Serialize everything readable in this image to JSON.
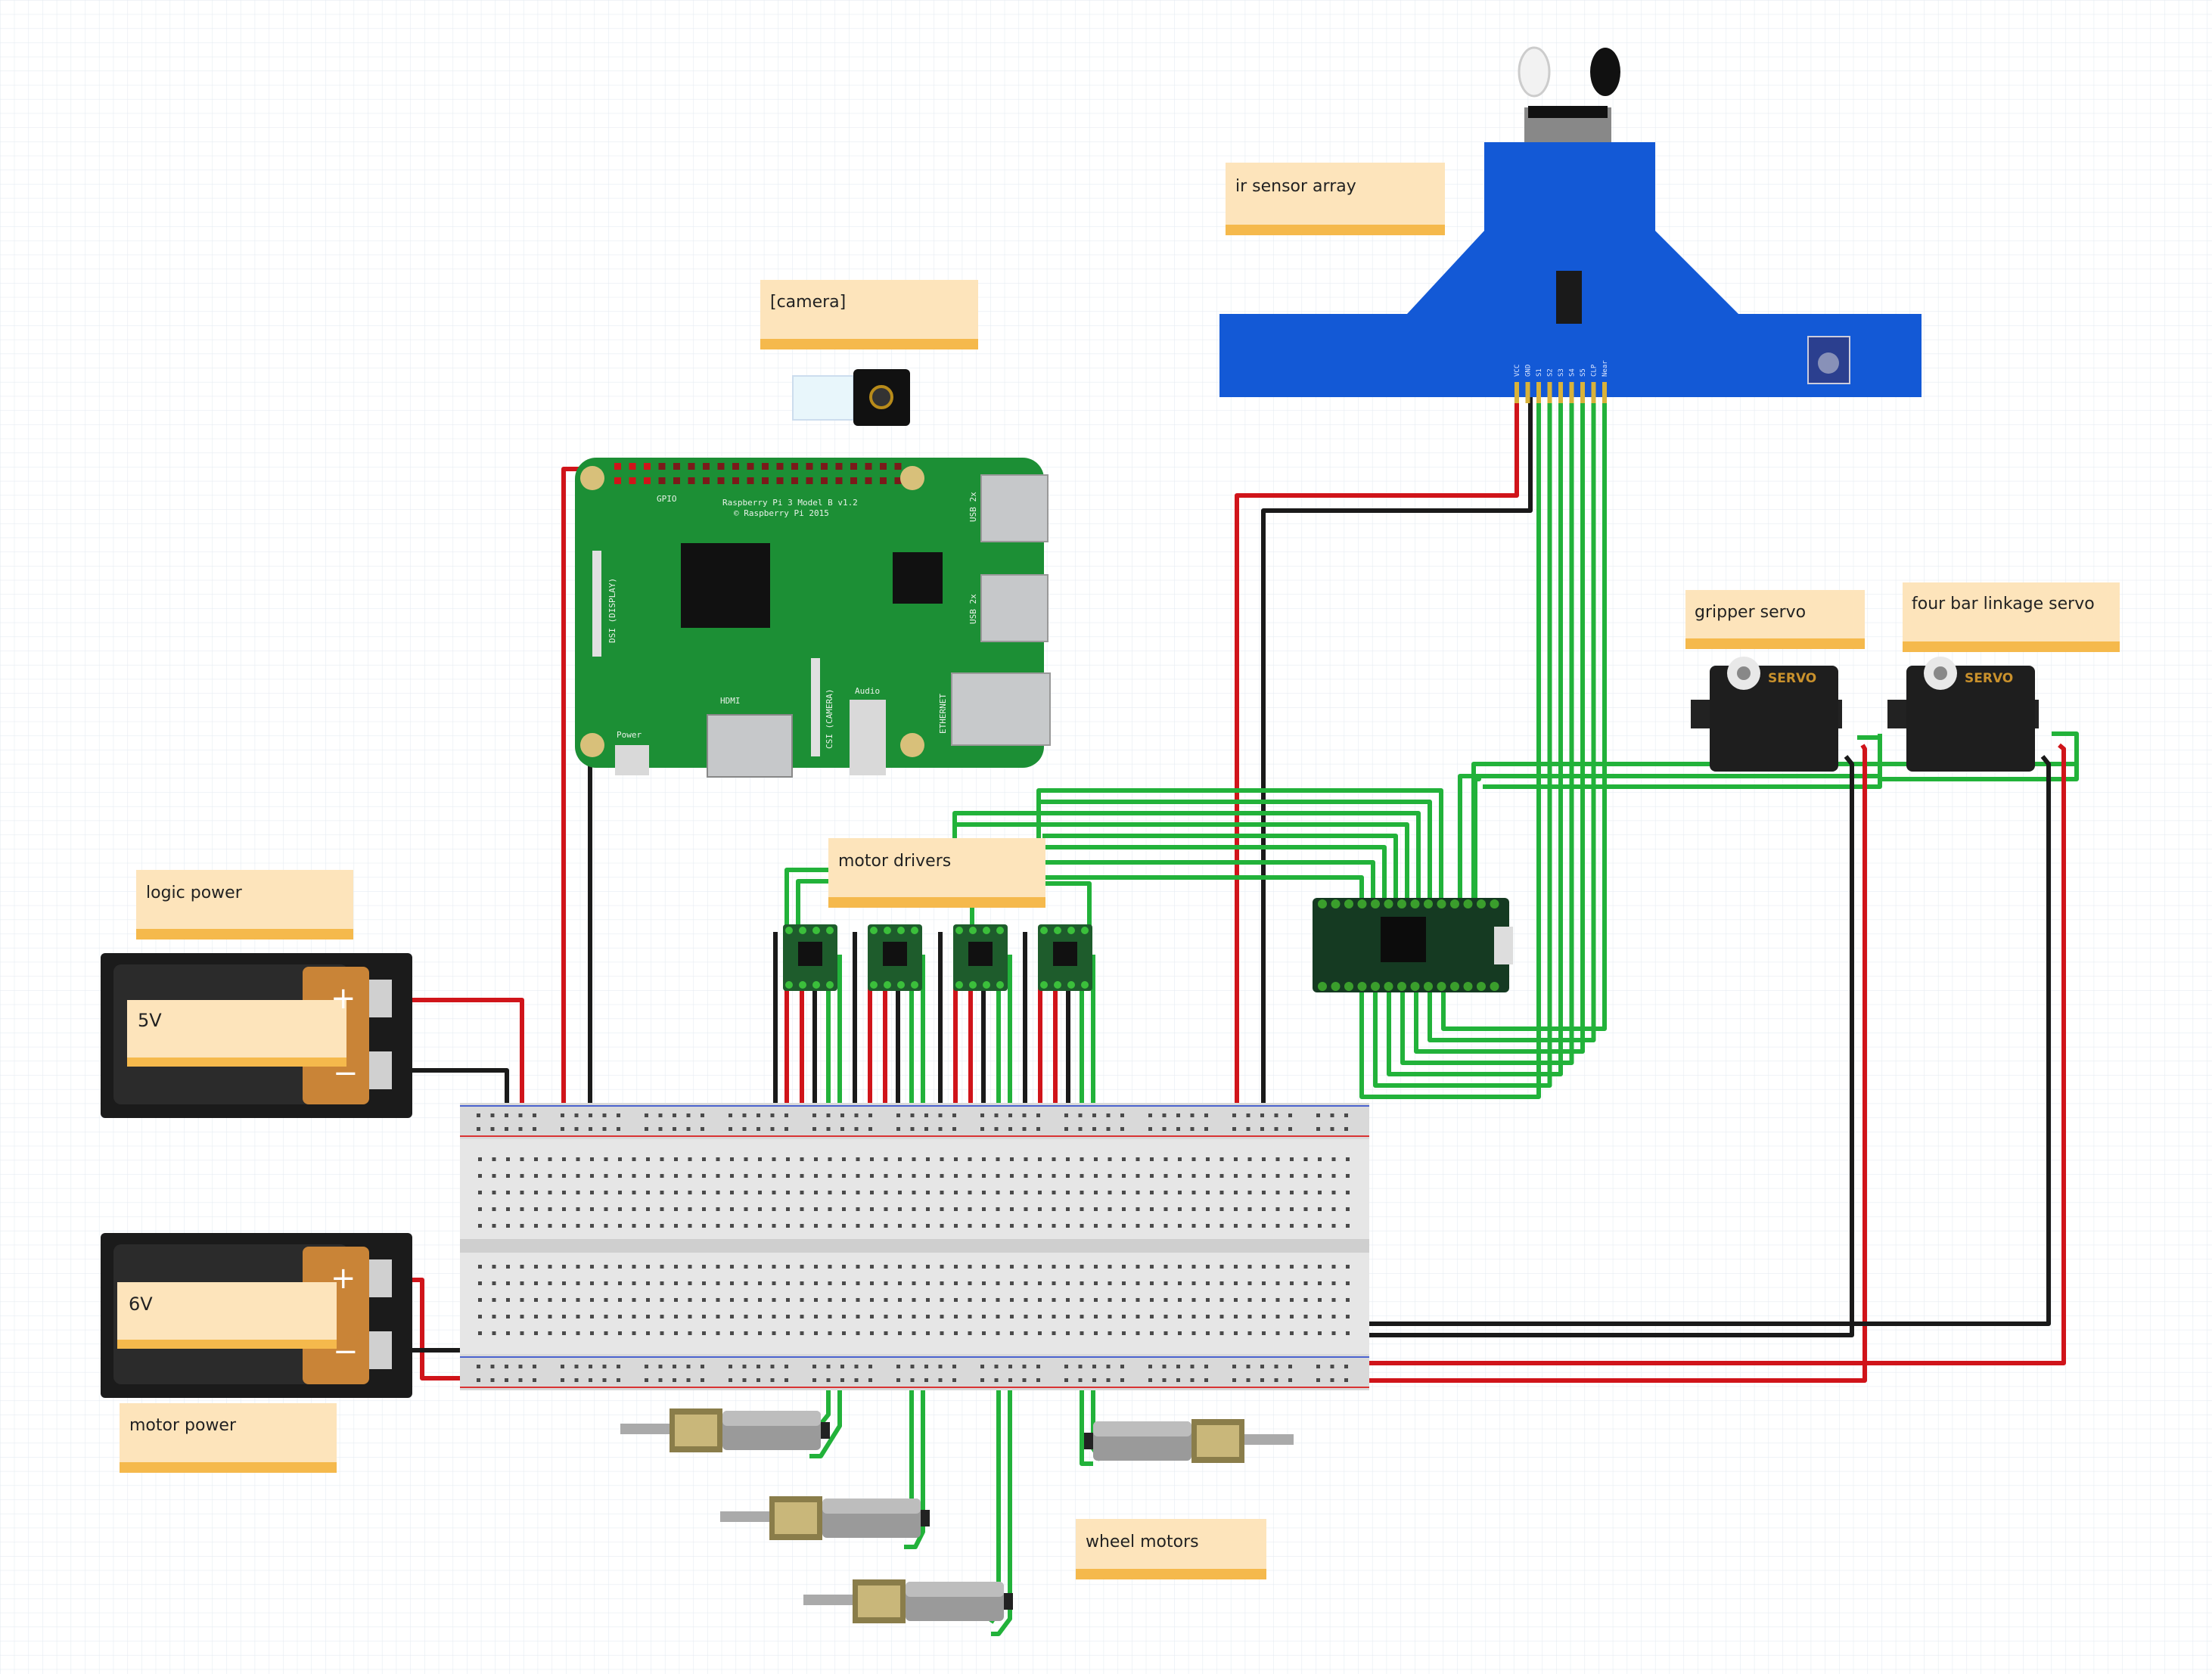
{
  "notes": {
    "ir_sensor_array": "ir sensor array",
    "camera": "[camera]",
    "gripper_servo": "gripper servo",
    "four_bar_linkage_servo": "four bar linkage servo",
    "logic_power": "logic power",
    "motor_drivers": "motor drivers",
    "motor_power": "motor power",
    "wheel_motors": "wheel motors"
  },
  "batteries": {
    "logic_voltage": "5V",
    "motor_voltage": "6V",
    "plus": "+",
    "minus": "−"
  },
  "raspberry_pi": {
    "model": "Raspberry Pi 3 Model B v1.2",
    "copyright": "© Raspberry Pi 2015",
    "gpio": "GPIO",
    "usb1": "USB 2x",
    "usb2": "USB 2x",
    "dsi": "DSI (DISPLAY)",
    "csi": "CSI (CAMERA)",
    "hdmi": "HDMI",
    "audio": "Audio",
    "power": "Power",
    "ethernet": "ETHERNET"
  },
  "servo_label": "SERVO",
  "ir_pins": [
    "VCC",
    "GND",
    "S1",
    "S2",
    "S3",
    "S4",
    "S5",
    "CLP",
    "Near"
  ],
  "colors": {
    "wire_green": "#22b23a",
    "wire_red": "#d0141a",
    "wire_black": "#1a1a1a",
    "note_fill": "#fde4bb",
    "note_band": "#f5b94c",
    "pcb_green": "#1c8f35",
    "ir_blue": "#1359d6"
  }
}
